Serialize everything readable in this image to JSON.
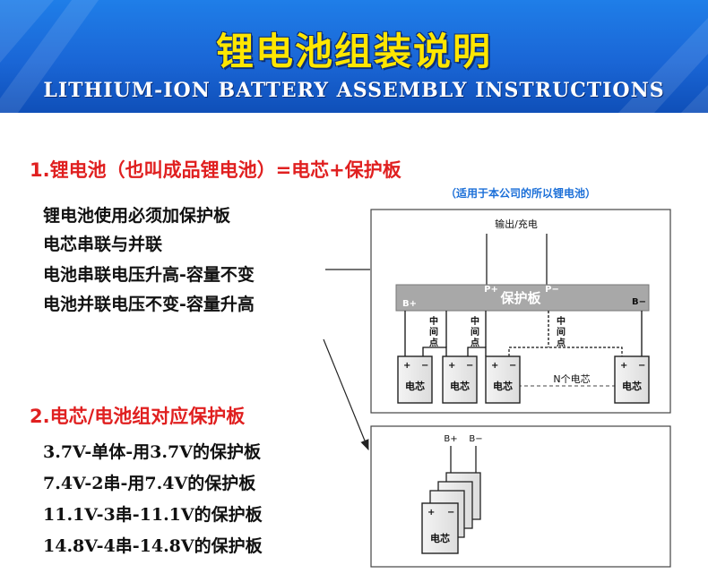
{
  "banner": {
    "title_cn": "锂电池组装说明",
    "title_en": "LITHIUM-ION BATTERY ASSEMBLY INSTRUCTIONS"
  },
  "section1": {
    "heading": "1.锂电池（也叫成品锂电池）=电芯+保护板",
    "note": "（适用于本公司的所以锂电池）",
    "lines": [
      "锂电池使用必须加保护板",
      "电芯串联与并联",
      "电池串联电压升高-容量不变",
      "电池并联电压不变-容量升高"
    ]
  },
  "section2": {
    "heading": "2.电芯/电池组对应保护板",
    "specs": [
      "3.7V-单体-用3.7V的保护板",
      "7.4V-2串-用7.4V的保护板",
      "11.1V-3串-11.1V的保护板",
      "14.8V-4串-14.8V的保护板"
    ]
  },
  "diagram1": {
    "output_label": "输出/充电",
    "board_label": "保护板",
    "p_plus": "P+",
    "p_minus": "P−",
    "b_plus": "B+",
    "b_minus": "B−",
    "mid_label": "中间点",
    "n_cells": "N个电芯",
    "cell_label": "电芯",
    "plus": "+",
    "minus": "−"
  },
  "diagram2": {
    "b_plus": "B+",
    "b_minus": "B−",
    "cell_label": "电芯",
    "plus": "+",
    "minus": "−"
  },
  "colors": {
    "banner_blue": "#1a66d6",
    "title_yellow": "#ffe600",
    "heading_red": "#e02020",
    "note_blue": "#1b6fd8",
    "board_gray": "#a8a8a8"
  }
}
